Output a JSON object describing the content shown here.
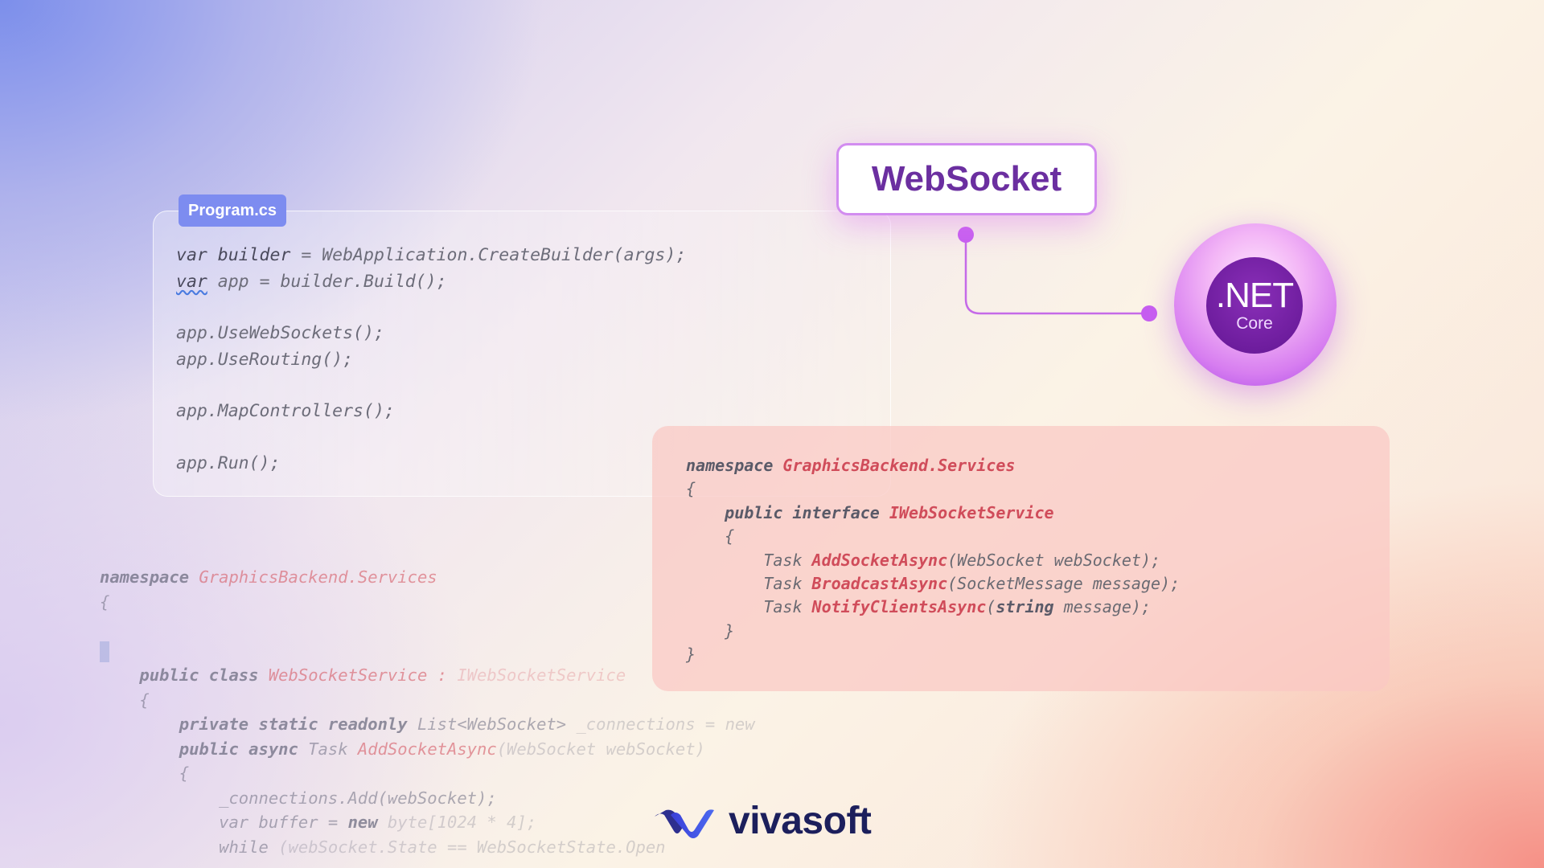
{
  "program_card": {
    "tag": "Program.cs",
    "lines": [
      {
        "a": "var builder",
        "b": " = WebApplication.CreateBuilder(args);"
      },
      {
        "a": "var",
        "b": " app = builder.Build();"
      },
      {
        "text": "app.UseWebSockets();"
      },
      {
        "text": "app.UseRouting();"
      },
      {
        "text": "app.MapControllers();"
      },
      {
        "text": "app.Run();"
      }
    ]
  },
  "interface_card": {
    "ns_kw": "namespace ",
    "ns_name": "GraphicsBackend.Services",
    "open_brace": "{",
    "iface_kw": "public interface ",
    "iface_name": "IWebSocketService",
    "inner_open": "{",
    "methods": [
      {
        "ret": "Task ",
        "name": "AddSocketAsync",
        "args": "(WebSocket webSocket);"
      },
      {
        "ret": "Task ",
        "name": "BroadcastAsync",
        "args": "(SocketMessage message);"
      },
      {
        "ret": "Task ",
        "name": "NotifyClientsAsync",
        "args_kw_open": "(",
        "args_kw": "string",
        "args_rest": " message);"
      }
    ],
    "inner_close": "}",
    "close_brace": "}"
  },
  "background_code": {
    "ns_kw": "namespace ",
    "ns_name": "GraphicsBackend.Services",
    "open_brace": "{",
    "class_kw": "public class ",
    "class_name": "WebSocketService",
    "class_sep": " : ",
    "class_iface": "IWebSocketService",
    "class_open": "{",
    "field_kw": "private static readonly ",
    "field_type": "List<WebSocket>",
    "field_rest": " _connections = new",
    "method_kw": "public async ",
    "method_ret": "Task ",
    "method_name": "AddSocketAsync",
    "method_args": "(WebSocket webSocket)",
    "method_open": "{",
    "body_1": "_connections.Add(webSocket);",
    "body_2_kw": "var",
    "body_2_mid": " buffer = ",
    "body_2_kw2": "new",
    "body_2_rest": " byte[1024 * 4];",
    "body_3_kw": "while",
    "body_3_rest": " (webSocket.State == WebSocketState.Open"
  },
  "websocket_badge": {
    "label": "WebSocket"
  },
  "dotnet_orb": {
    "net": ".NET",
    "core": "Core"
  },
  "logo": {
    "text": "vivasoft"
  },
  "colors": {
    "accent_purple": "#6b2fa0",
    "tag_blue": "#7d8cf0",
    "code_red": "#d65a66",
    "logo_navy": "#1c1f5c"
  }
}
